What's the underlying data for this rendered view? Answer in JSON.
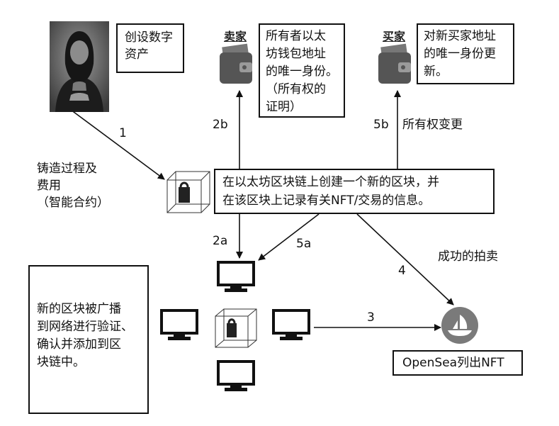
{
  "diagram": {
    "create_asset": "创设数字\n资产",
    "seller": {
      "role": "卖家",
      "note": "所有者以太\n坊钱包地址\n的唯一身份。\n（所有权的\n证明）"
    },
    "buyer": {
      "role": "买家",
      "note": "对新买家地址\n的唯一身份更\n新。"
    },
    "mint_label": "铸造过程及\n费用\n（智能合约）",
    "block_note": "在以太坊区块链上创建一个新的区块，并\n在该区块上记录有关NFT/交易的信息。",
    "ownership_change": "所有权变更",
    "auction": "成功的拍卖",
    "broadcast_note": "新的区块被广播\n到网络进行验证、\n确认并添加到区\n块链中。",
    "opensea_label": "OpenSea列出NFT",
    "steps": {
      "s1": "1",
      "s2a": "2a",
      "s2b": "2b",
      "s3": "3",
      "s4": "4",
      "s5a": "5a",
      "s5b": "5b"
    }
  }
}
